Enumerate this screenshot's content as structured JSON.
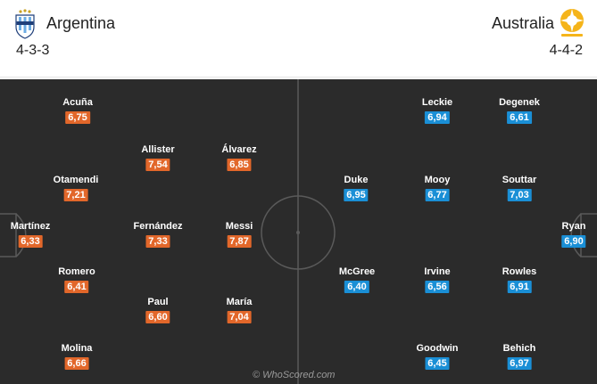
{
  "home": {
    "name": "Argentina",
    "formation": "4-3-3",
    "rating_color": "#e2672a",
    "crest_icon": "argentina-crest-icon",
    "players": [
      {
        "name": "Acuña",
        "rating": "6,75"
      },
      {
        "name": "Allister",
        "rating": "7,54"
      },
      {
        "name": "Álvarez",
        "rating": "6,85"
      },
      {
        "name": "Otamendi",
        "rating": "7,21"
      },
      {
        "name": "Martínez",
        "rating": "6,33"
      },
      {
        "name": "Fernández",
        "rating": "7,33"
      },
      {
        "name": "Messi",
        "rating": "7,87"
      },
      {
        "name": "Romero",
        "rating": "6,41"
      },
      {
        "name": "Paul",
        "rating": "6,60"
      },
      {
        "name": "María",
        "rating": "7,04"
      },
      {
        "name": "Molina",
        "rating": "6,66"
      }
    ]
  },
  "away": {
    "name": "Australia",
    "formation": "4-4-2",
    "rating_color": "#1a8fd6",
    "crest_icon": "australia-crest-icon",
    "players": [
      {
        "name": "Leckie",
        "rating": "6,94"
      },
      {
        "name": "Degenek",
        "rating": "6,61"
      },
      {
        "name": "Duke",
        "rating": "6,95"
      },
      {
        "name": "Mooy",
        "rating": "6,77"
      },
      {
        "name": "Souttar",
        "rating": "7,03"
      },
      {
        "name": "Ryan",
        "rating": "6,90"
      },
      {
        "name": "McGree",
        "rating": "6,40"
      },
      {
        "name": "Irvine",
        "rating": "6,56"
      },
      {
        "name": "Rowles",
        "rating": "6,91"
      },
      {
        "name": "Goodwin",
        "rating": "6,45"
      },
      {
        "name": "Behich",
        "rating": "6,97"
      }
    ]
  },
  "pitch": {
    "background": "#2b2b2b",
    "line_color": "#5a5a5a"
  },
  "watermark": "© WhoScored.com"
}
